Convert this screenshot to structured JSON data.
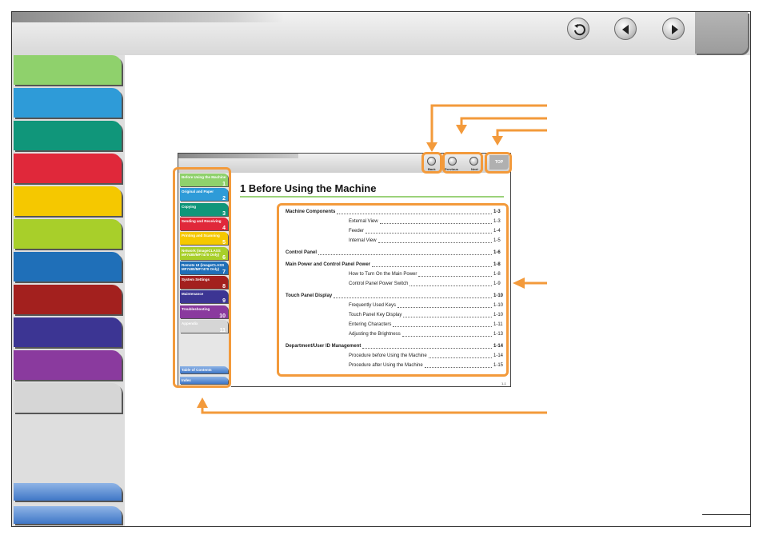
{
  "colors": {
    "accent": "#f39a3b",
    "chapters": [
      "#8fd16c",
      "#2e9bd8",
      "#10967a",
      "#e0283a",
      "#f5c800",
      "#a8cf2a",
      "#1f6fb8",
      "#a3201e",
      "#3c3593",
      "#8a3a9e",
      "#d6d6d6"
    ]
  },
  "header": {
    "icons": [
      "back-icon",
      "previous-icon",
      "next-icon"
    ]
  },
  "thumbnail": {
    "nav": {
      "back": "Back",
      "previous": "Previous",
      "next": "Next",
      "top": "TOP"
    },
    "sidebar": [
      {
        "label": "Before Using the Machine",
        "num": "1"
      },
      {
        "label": "Original and Paper",
        "num": "2"
      },
      {
        "label": "Copying",
        "num": "3"
      },
      {
        "label": "Sending and Receiving",
        "num": "4"
      },
      {
        "label": "Printing and Scanning",
        "num": "5"
      },
      {
        "label": "Network (imageCLASS MF7480/MF7470 Only)",
        "num": "6"
      },
      {
        "label": "Remote UI (imageCLASS MF7480/MF7470 Only)",
        "num": "7"
      },
      {
        "label": "System Settings",
        "num": "8"
      },
      {
        "label": "Maintenance",
        "num": "9"
      },
      {
        "label": "Troubleshooting",
        "num": "10"
      },
      {
        "label": "Appendix",
        "num": "11"
      }
    ],
    "bottom": {
      "toc": "Table of Contents",
      "index": "Index"
    },
    "title": "1  Before Using the Machine",
    "toc": [
      {
        "text": "Machine Components",
        "page": "1-3",
        "level": "main"
      },
      {
        "text": "External View",
        "page": "1-3",
        "level": "sub"
      },
      {
        "text": "Feeder",
        "page": "1-4",
        "level": "sub"
      },
      {
        "text": "Internal View",
        "page": "1-5",
        "level": "sub"
      },
      {
        "text": "Control Panel",
        "page": "1-6",
        "level": "main"
      },
      {
        "text": "Main Power and Control Panel Power",
        "page": "1-8",
        "level": "main"
      },
      {
        "text": "How to Turn On the Main Power",
        "page": "1-8",
        "level": "sub"
      },
      {
        "text": "Control Panel Power Switch",
        "page": "1-9",
        "level": "sub"
      },
      {
        "text": "Touch Panel Display",
        "page": "1-10",
        "level": "main"
      },
      {
        "text": "Frequently Used Keys",
        "page": "1-10",
        "level": "sub"
      },
      {
        "text": "Touch Panel Key Display",
        "page": "1-10",
        "level": "sub"
      },
      {
        "text": "Entering Characters",
        "page": "1-11",
        "level": "sub"
      },
      {
        "text": "Adjusting the Brightness",
        "page": "1-13",
        "level": "sub"
      },
      {
        "text": "Department/User ID Management",
        "page": "1-14",
        "level": "main"
      },
      {
        "text": "Procedure before Using the Machine",
        "page": "1-14",
        "level": "sub"
      },
      {
        "text": "Procedure after Using the Machine",
        "page": "1-15",
        "level": "sub"
      }
    ],
    "page_number": "1-1"
  }
}
